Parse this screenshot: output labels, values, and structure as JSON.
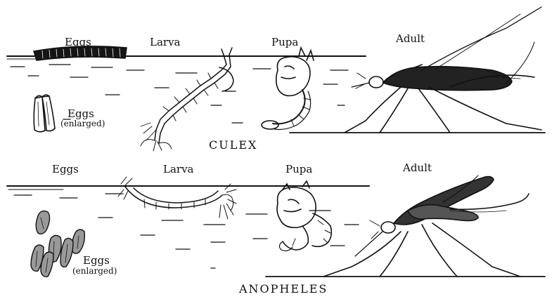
{
  "culex": {
    "title": "CULEX",
    "eggs_label": "Eggs",
    "larva_label": "Larva",
    "pupa_label": "Pupa",
    "adult_label": "Adult",
    "eggs_enlarged_label": "Eggs",
    "enlarged_note": "(enlarged)"
  },
  "anopheles": {
    "title": "ANOPHELES",
    "eggs_label": "Eggs",
    "larva_label": "Larva",
    "pupa_label": "Pupa",
    "adult_label": "Adult",
    "eggs_enlarged_label": "Eggs",
    "enlarged_note": "(enlarged)"
  },
  "colors": {
    "ink": "#111111",
    "paper": "#ffffff"
  }
}
